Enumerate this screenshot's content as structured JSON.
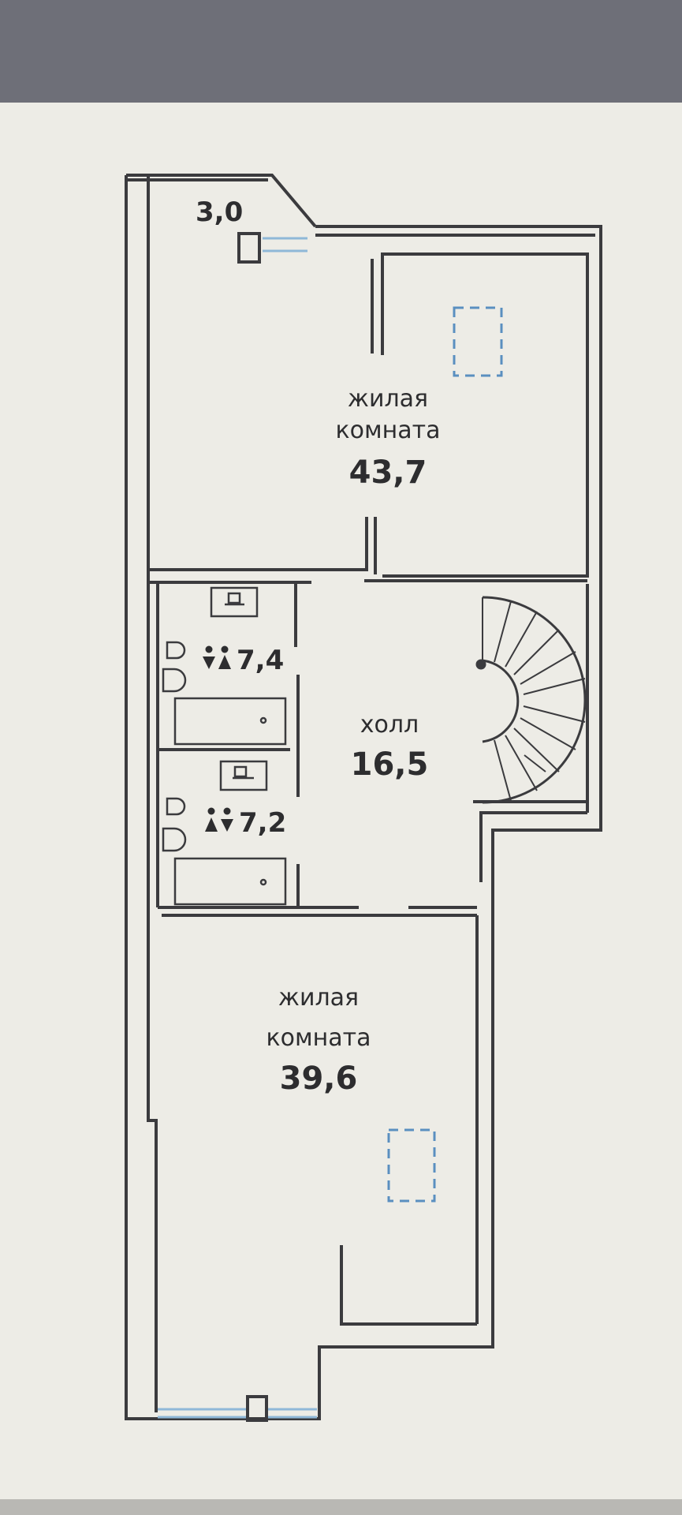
{
  "plan": {
    "balcony": {
      "area": "3,0"
    },
    "living_room_top": {
      "name_line1": "жилая",
      "name_line2": "комната",
      "area": "43,7"
    },
    "hall": {
      "name": "холл",
      "area": "16,5"
    },
    "bathroom_1": {
      "area": "7,4"
    },
    "bathroom_2": {
      "area": "7,2"
    },
    "living_room_bottom": {
      "name_line1": "жилая",
      "name_line2": "комната",
      "area": "39,6"
    }
  },
  "colors": {
    "wall": "#3b3b3e",
    "window": "#8fb8d8",
    "skylight": "#5a8fc0",
    "paper": "#edece6",
    "top_band": "#6e6f78"
  }
}
